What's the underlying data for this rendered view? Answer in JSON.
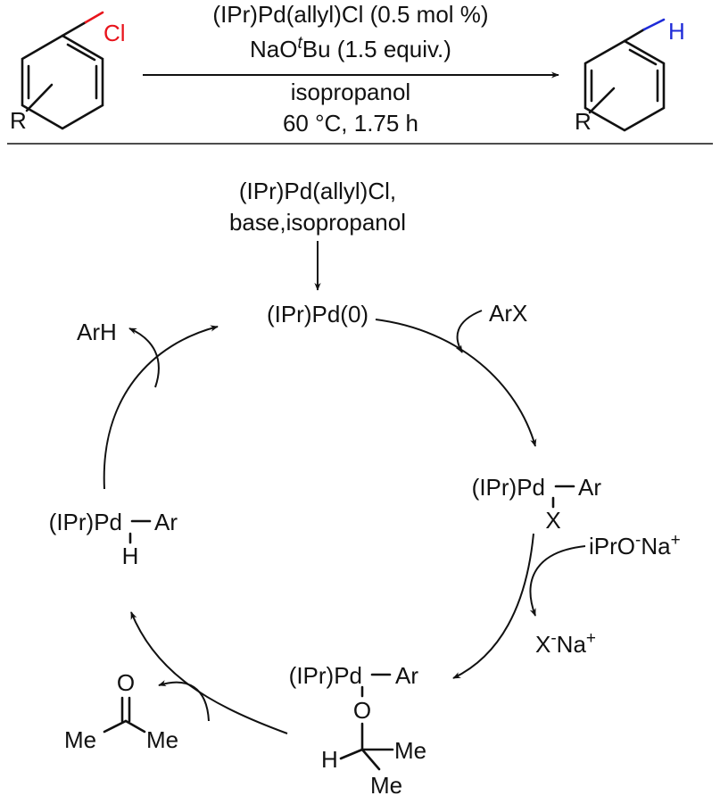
{
  "scheme": {
    "reactant": {
      "substituent": "R",
      "leaving_group": "Cl"
    },
    "conditions": {
      "catalyst": "(IPr)Pd(allyl)Cl (0.5 mol %)",
      "base_prefix": "NaO",
      "base_super": "t",
      "base_suffix": "Bu (1.5 equiv.)",
      "solvent": "isopropanol",
      "temp_time": "60 °C, 1.75 h"
    },
    "product": {
      "substituent": "R",
      "atom": "H"
    }
  },
  "cycle": {
    "precatalyst_line1": "(IPr)Pd(allyl)Cl,",
    "precatalyst_line2": "base,isopropanol",
    "pd0": "(IPr)Pd(0)",
    "arx": "ArX",
    "ox_add_left": "(IPr)Pd",
    "ox_add_right": "Ar",
    "ox_add_x": "X",
    "alkoxide_prefix": "iPrO",
    "alkoxide_sup1": "-",
    "alkoxide_na": "Na",
    "alkoxide_sup2": "+",
    "salt_prefix": "X",
    "salt_sup1": "-",
    "salt_na": "Na",
    "salt_sup2": "+",
    "alkoxy_left": "(IPr)Pd",
    "alkoxy_right": "Ar",
    "alkoxy_o": "O",
    "alkoxy_h": "H",
    "alkoxy_me1": "Me",
    "alkoxy_me2": "Me",
    "acetone_o": "O",
    "acetone_me1": "Me",
    "acetone_me2": "Me",
    "hydride_left": "(IPr)Pd",
    "hydride_right": "Ar",
    "hydride_h": "H",
    "arh": "ArH"
  },
  "colors": {
    "chlorine": "#e8141c",
    "hydrogen": "#1e2bd8",
    "ink": "#111111"
  }
}
